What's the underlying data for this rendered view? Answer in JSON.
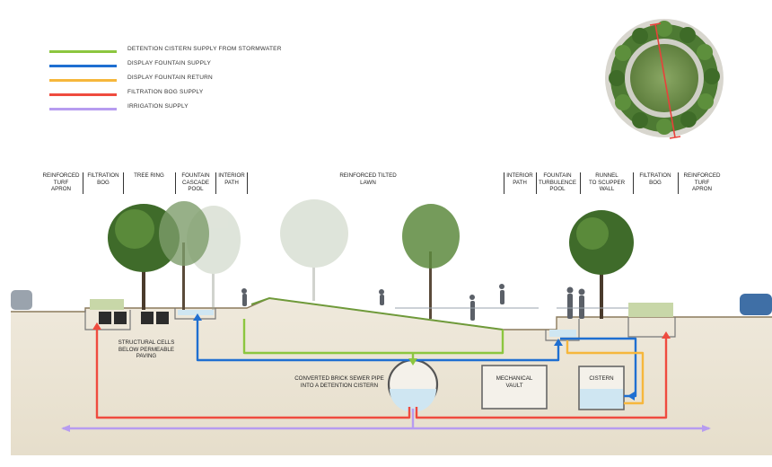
{
  "legend": [
    {
      "label": "DETENTION CISTERN SUPPLY FROM STORMWATER",
      "color": "#8cc63f"
    },
    {
      "label": "DISPLAY FOUNTAIN SUPPLY",
      "color": "#1f6fd1"
    },
    {
      "label": "DISPLAY FOUNTAIN RETURN",
      "color": "#f6b73c"
    },
    {
      "label": "FILTRATION BOG SUPPLY",
      "color": "#ef4b3f"
    },
    {
      "label": "IRRIGATION SUPPLY",
      "color": "#b79cf0"
    }
  ],
  "zones": {
    "reinforced_turf_apron_left": [
      "REINFORCED",
      "TURF",
      "APRON"
    ],
    "filtration_bog_left": [
      "FILTRATION",
      "BOG"
    ],
    "tree_ring": [
      "TREE RING"
    ],
    "fountain_cascade_pool": [
      "FOUNTAIN",
      "CASCADE",
      "POOL"
    ],
    "interior_path_left": [
      "INTERIOR",
      "PATH"
    ],
    "reinforced_tilted_lawn": [
      "REINFORCED TILTED",
      "LAWN"
    ],
    "interior_path_right": [
      "INTERIOR",
      "PATH"
    ],
    "fountain_turbulence_pool": [
      "FOUNTAIN",
      "TURBULENCE",
      "POOL"
    ],
    "runnel": [
      "RUNNEL",
      "TO SCUPPER",
      "WALL"
    ],
    "filtration_bog_right": [
      "FILTRATION",
      "BOG"
    ],
    "reinforced_turf_apron_right": [
      "REINFORCED",
      "TURF",
      "APRON"
    ]
  },
  "callouts": {
    "structural_cells": [
      "STRUCTURAL CELLS",
      "BELOW PERMEABLE",
      "PAVING"
    ],
    "sewer_pipe": [
      "CONVERTED BRICK SEWER PIPE",
      "INTO A DETENTION CISTERN"
    ],
    "mechanical_vault": [
      "MECHANICAL",
      "VAULT"
    ],
    "cistern": "CISTERN"
  },
  "colors": {
    "soil": "#eae4d6",
    "soil_edge": "#b9a98e",
    "water": "#cfe6f2",
    "tree_dark": "#3f6b2a",
    "tree_light": "#cfd8cc",
    "lawn_plan": "#6f8f4a"
  }
}
